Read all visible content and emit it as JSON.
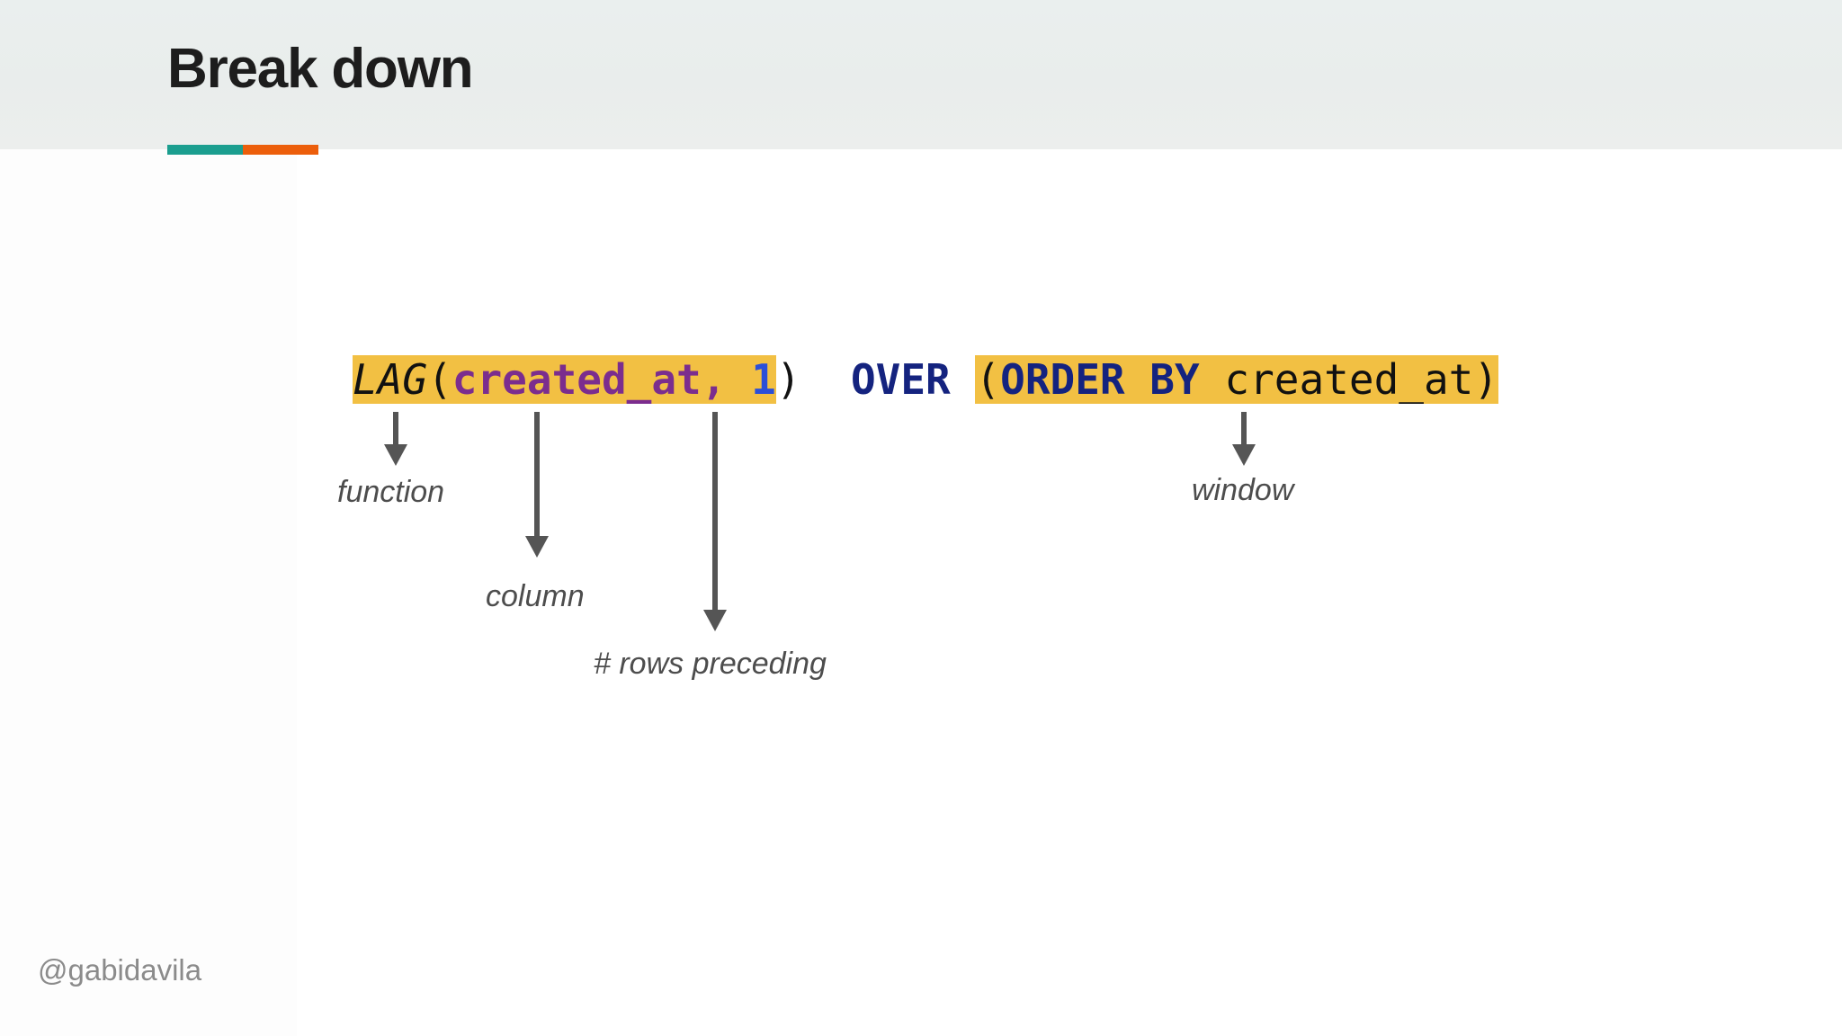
{
  "slide": {
    "title": "Break down",
    "handle": "@gabidavila",
    "accent": {
      "teal": "#1b9e8f",
      "orange": "#ec5e0b"
    },
    "header_bg": "#eaefee",
    "highlight_color": "#f2c043"
  },
  "code": {
    "tokens": [
      {
        "text": "LAG",
        "kind": "function",
        "highlighted": true,
        "color": "#111111"
      },
      {
        "text": "(",
        "kind": "paren",
        "highlighted": true,
        "color": "#111111"
      },
      {
        "text": "created_at",
        "kind": "column",
        "highlighted": true,
        "color": "#7b2d8e"
      },
      {
        "text": ",",
        "kind": "comma",
        "highlighted": true,
        "color": "#7b2d8e"
      },
      {
        "text": " ",
        "kind": "space",
        "highlighted": true,
        "color": "#111111"
      },
      {
        "text": "1",
        "kind": "number",
        "highlighted": true,
        "color": "#2b4fd8"
      },
      {
        "text": ")",
        "kind": "paren",
        "highlighted": false,
        "color": "#111111"
      },
      {
        "text": "  ",
        "kind": "space",
        "highlighted": false,
        "color": "#111111"
      },
      {
        "text": "OVER",
        "kind": "keyword",
        "highlighted": false,
        "color": "#14237f"
      },
      {
        "text": " ",
        "kind": "space",
        "highlighted": false,
        "color": "#111111"
      },
      {
        "text": "(",
        "kind": "paren",
        "highlighted": true,
        "color": "#111111"
      },
      {
        "text": "ORDER BY",
        "kind": "keyword",
        "highlighted": true,
        "color": "#14237f"
      },
      {
        "text": " ",
        "kind": "space",
        "highlighted": true,
        "color": "#111111"
      },
      {
        "text": "created_at",
        "kind": "plain",
        "highlighted": true,
        "color": "#111111"
      },
      {
        "text": ")",
        "kind": "paren",
        "highlighted": true,
        "color": "#111111"
      }
    ],
    "full_text": "LAG(created_at, 1)  OVER (ORDER BY created_at)",
    "segments": {
      "lag": "LAG",
      "open_paren": "(",
      "column_1": "created_at",
      "comma": ",",
      "space_1": " ",
      "number": "1",
      "close_paren": ")",
      "gap": "  ",
      "over": "OVER",
      "space_2": " ",
      "open_paren_2": "(",
      "order_by": "ORDER BY",
      "space_3": " ",
      "column_2": "created_at",
      "close_paren_2": ")"
    }
  },
  "annotations": [
    {
      "label": "function",
      "arrow_color": "#555555"
    },
    {
      "label": "column",
      "arrow_color": "#555555"
    },
    {
      "label": "# rows preceding",
      "arrow_color": "#555555"
    },
    {
      "label": "window",
      "arrow_color": "#555555"
    }
  ]
}
